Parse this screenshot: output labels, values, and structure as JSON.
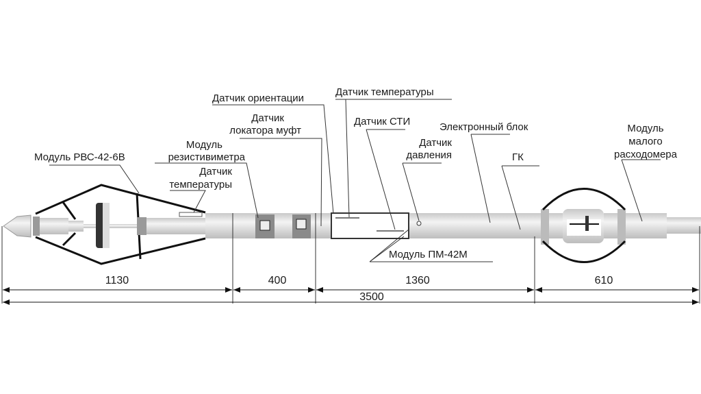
{
  "title": "Схема скважинного прибора",
  "labels": {
    "orientation_sensor": "Датчик ориентации",
    "temp_sensor_top": "Датчик температуры",
    "collar_locator_l1": "Датчик",
    "collar_locator_l2": "локатора муфт",
    "sti_sensor": "Датчик СТИ",
    "electronic_block": "Электронный блок",
    "pressure_l1": "Датчик",
    "pressure_l2": "давления",
    "gk": "ГК",
    "flowmeter_l1": "Модуль",
    "flowmeter_l2": "малого",
    "flowmeter_l3": "расходомера",
    "rvs_module": "Модуль РВС-42-6В",
    "resist_l1": "Модуль",
    "resist_l2": "резистивиметра",
    "temp_left_l1": "Датчик",
    "temp_left_l2": "температуры",
    "pm_module": "Модуль ПМ-42М"
  },
  "dimensions": {
    "d1": "1130",
    "d2": "400",
    "d3": "1360",
    "d4": "610",
    "total": "3500"
  }
}
